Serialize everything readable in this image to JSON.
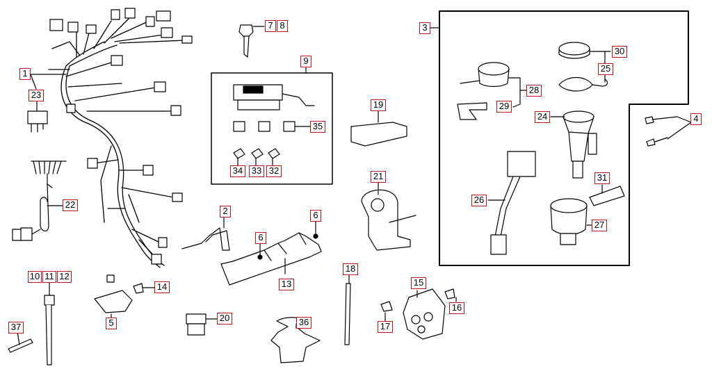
{
  "diagram": {
    "title": "",
    "callouts": {
      "p1": "1",
      "p2": "2",
      "p3": "3",
      "p4": "4",
      "p5": "5",
      "p6a": "6",
      "p6b": "6",
      "p7": "7",
      "p8": "8",
      "p9": "9",
      "p10": "10",
      "p11": "11",
      "p12": "12",
      "p13": "13",
      "p14": "14",
      "p15": "15",
      "p16": "16",
      "p17": "17",
      "p18": "18",
      "p19": "19",
      "p20": "20",
      "p21": "21",
      "p22": "22",
      "p23": "23",
      "p24": "24",
      "p25": "25",
      "p26": "26",
      "p27": "27",
      "p28": "28",
      "p29": "29",
      "p30": "30",
      "p31": "31",
      "p32": "32",
      "p33": "33",
      "p34": "34",
      "p35": "35",
      "p36": "36",
      "p37": "37"
    },
    "colors": {
      "callout_border": "#c0141c",
      "line": "#000000"
    }
  }
}
